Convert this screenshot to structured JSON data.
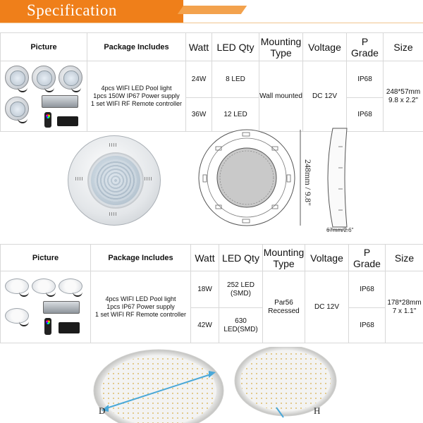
{
  "banner": {
    "title": "Specification"
  },
  "table1": {
    "headers": [
      "Picture",
      "Package Includes",
      "Watt",
      "LED Qty",
      "Mounting Type",
      "Voltage",
      "P Grade",
      "Size"
    ],
    "package": "4pcs WIFI LED Pool light\n1pcs 150W IP67 Power supply\n1 set WIFI RF Remote controller",
    "rows": [
      {
        "watt": "24W",
        "led": "8 LED",
        "grade": "IP68"
      },
      {
        "watt": "36W",
        "led": "12 LED",
        "grade": "IP68"
      }
    ],
    "mounting": "Wall mounted",
    "voltage": "DC 12V",
    "size": "248*57mm\n9.8 x 2.2\""
  },
  "drawing": {
    "height_label": "248mm / 9.8\"",
    "depth_label": "67mm/2.6\""
  },
  "table2": {
    "headers": [
      "Picture",
      "Package Includes",
      "Watt",
      "LED Qty",
      "Mounting Type",
      "Voltage",
      "P Grade",
      "Size"
    ],
    "package": "4pcs WIFI LED Pool light\n1pcs IP67 Power supply\n1 set WIFI RF Remote controller",
    "rows": [
      {
        "watt": "18W",
        "led": "252 LED\n(SMD)",
        "grade": "IP68"
      },
      {
        "watt": "42W",
        "led": "630\nLED(SMD)",
        "grade": "IP68"
      }
    ],
    "mounting": "Par56\nRecessed",
    "voltage": "DC 12V",
    "size": "178*28mm\n7 x 1.1\""
  },
  "bottom": {
    "label_d": "D",
    "label_h": "H"
  },
  "colors": {
    "banner": "#ef7f1a",
    "grid": "#d8d8d8",
    "dimension_arrow": "#4aa8d8"
  }
}
